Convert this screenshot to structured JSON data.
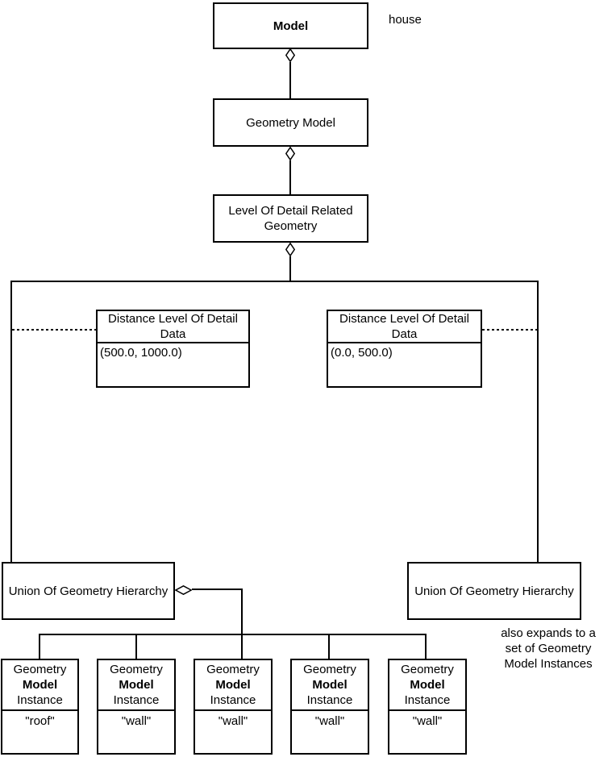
{
  "diagram": {
    "colors": {
      "line": "#000000",
      "background": "#ffffff"
    },
    "model": {
      "label": "Model"
    },
    "geometry_model": {
      "label": "Geometry Model"
    },
    "lod_related_geometry": {
      "label": "Level Of Detail Related Geometry"
    },
    "distance_lod_left": {
      "title": "Distance Level Of Detail Data",
      "value": "(500.0, 1000.0)"
    },
    "distance_lod_right": {
      "title": "Distance Level Of Detail Data",
      "value": "(0.0, 500.0)"
    },
    "union_left": {
      "label": "Union Of Geometry Hierarchy"
    },
    "union_right": {
      "label": "Union Of Geometry Hierarchy"
    },
    "instances": [
      {
        "word1": "Geometry",
        "word2": "Model",
        "word3": "Instance",
        "value": "\"roof\""
      },
      {
        "word1": "Geometry",
        "word2": "Model",
        "word3": "Instance",
        "value": "\"wall\""
      },
      {
        "word1": "Geometry",
        "word2": "Model",
        "word3": "Instance",
        "value": "\"wall\""
      },
      {
        "word1": "Geometry",
        "word2": "Model",
        "word3": "Instance",
        "value": "\"wall\""
      },
      {
        "word1": "Geometry",
        "word2": "Model",
        "word3": "Instance",
        "value": "\"wall\""
      }
    ],
    "annotations": {
      "house": "house",
      "expand_note": {
        "line1": "also expands to a",
        "line2": "set of Geometry",
        "line3": "Model Instances"
      }
    }
  }
}
